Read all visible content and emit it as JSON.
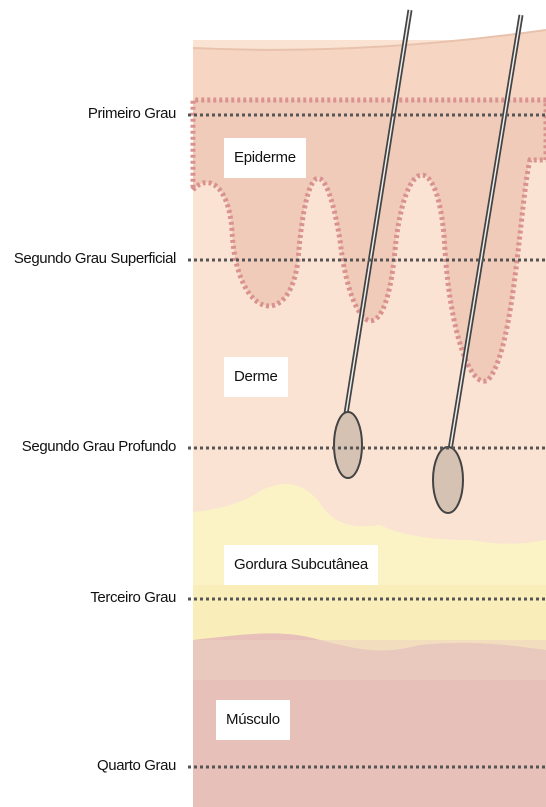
{
  "degrees": [
    {
      "id": "primeiro",
      "label": "Primeiro Grau"
    },
    {
      "id": "segundo-superficial",
      "label": "Segundo Grau Superficial"
    },
    {
      "id": "segundo-profundo",
      "label": "Segundo Grau Profundo"
    },
    {
      "id": "terceiro",
      "label": "Terceiro Grau"
    },
    {
      "id": "quarto",
      "label": "Quarto Grau"
    }
  ],
  "layers": {
    "epiderme": "Epiderme",
    "derme": "Derme",
    "gordura": "Gordura Subcutânea",
    "musculo": "Músculo"
  },
  "colors": {
    "epidermis": "#f6d6c2",
    "dermis": "#fae3d3",
    "papilla_fill": "#f1cbb9",
    "papilla_border": "#d9928f",
    "fat": "#fbf3c6",
    "fat_dark": "#f8eab1",
    "muscle": "#e7c0b9",
    "muscle_top": "#ecd0c3",
    "hair": "#444444",
    "bulb": "#d6c2b3",
    "dashed_line": "#555555"
  }
}
